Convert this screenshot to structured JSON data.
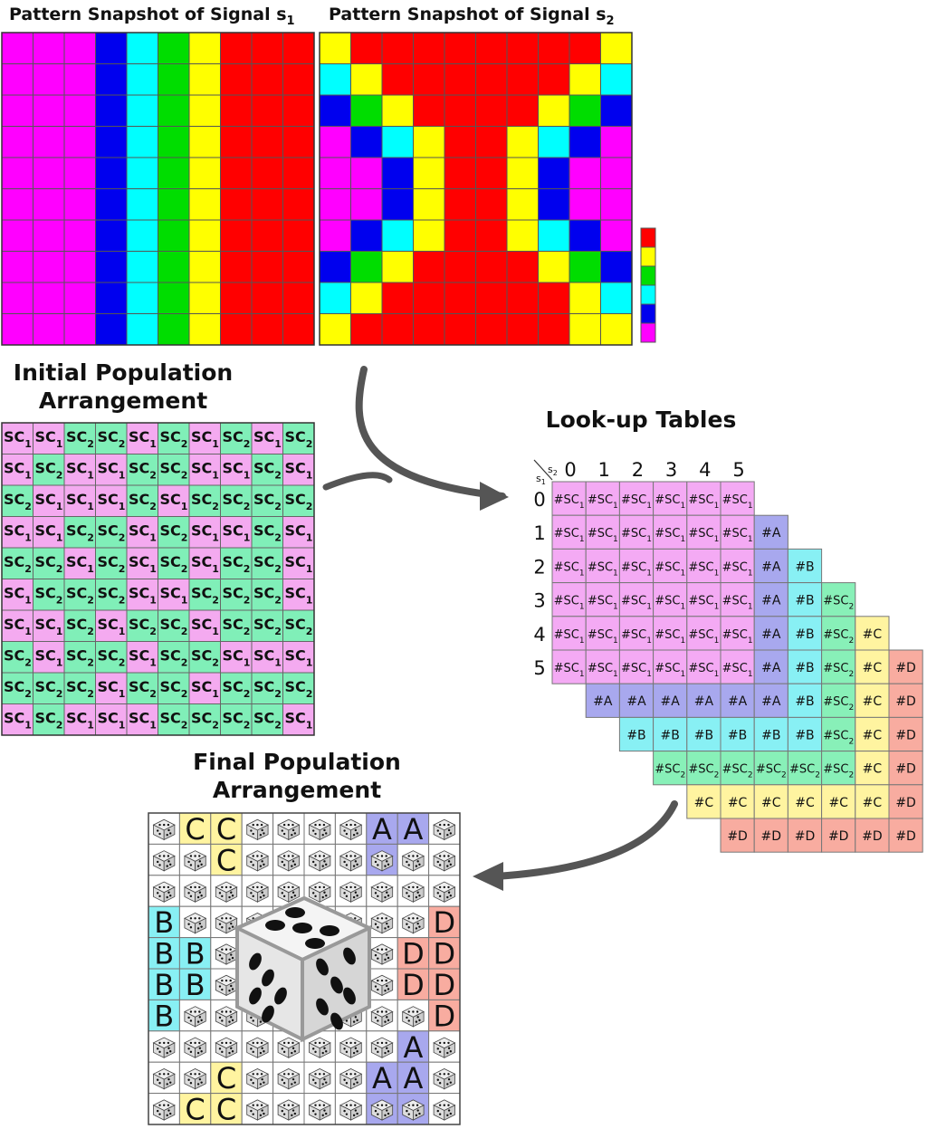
{
  "titles": {
    "s1_prefix": "Pattern Snapshot of Signal s",
    "s1_sub": "1",
    "s2_prefix": "Pattern Snapshot of Signal s",
    "s2_sub": "2",
    "initial_line1": "Initial Population",
    "initial_line2": "Arrangement",
    "lookup": "Look-up Tables",
    "final_line1": "Final Population",
    "final_line2": "Arrangement"
  },
  "palette": {
    "0": "#ff0000",
    "1": "#ffff00",
    "2": "#00dd00",
    "3": "#00ffff",
    "4": "#0000ee",
    "5": "#ff00ff",
    "sc1": "#f4aaf0",
    "sc2": "#80efb8",
    "A": "#a8a8ee",
    "B": "#88f0f4",
    "C": "#fff4a0",
    "D": "#f8aca0",
    "sc1_lut": "#f4aaf4",
    "sc2_lut": "#88f0b8"
  },
  "colorbar_levels": [
    0,
    1,
    2,
    3,
    4,
    5
  ],
  "signal_s1": [
    [
      5,
      5,
      5,
      4,
      3,
      2,
      1,
      0,
      0,
      0
    ],
    [
      5,
      5,
      5,
      4,
      3,
      2,
      1,
      0,
      0,
      0
    ],
    [
      5,
      5,
      5,
      4,
      3,
      2,
      1,
      0,
      0,
      0
    ],
    [
      5,
      5,
      5,
      4,
      3,
      2,
      1,
      0,
      0,
      0
    ],
    [
      5,
      5,
      5,
      4,
      3,
      2,
      1,
      0,
      0,
      0
    ],
    [
      5,
      5,
      5,
      4,
      3,
      2,
      1,
      0,
      0,
      0
    ],
    [
      5,
      5,
      5,
      4,
      3,
      2,
      1,
      0,
      0,
      0
    ],
    [
      5,
      5,
      5,
      4,
      3,
      2,
      1,
      0,
      0,
      0
    ],
    [
      5,
      5,
      5,
      4,
      3,
      2,
      1,
      0,
      0,
      0
    ],
    [
      5,
      5,
      5,
      4,
      3,
      2,
      1,
      0,
      0,
      0
    ]
  ],
  "signal_s2": [
    [
      1,
      0,
      0,
      0,
      0,
      0,
      0,
      0,
      0,
      1
    ],
    [
      3,
      1,
      0,
      0,
      0,
      0,
      0,
      0,
      1,
      3
    ],
    [
      4,
      2,
      1,
      0,
      0,
      0,
      0,
      1,
      2,
      4
    ],
    [
      5,
      4,
      3,
      1,
      0,
      0,
      1,
      3,
      4,
      5
    ],
    [
      5,
      5,
      4,
      1,
      0,
      0,
      1,
      4,
      5,
      5
    ],
    [
      5,
      5,
      4,
      1,
      0,
      0,
      1,
      4,
      5,
      5
    ],
    [
      5,
      4,
      3,
      1,
      0,
      0,
      1,
      3,
      4,
      5
    ],
    [
      4,
      2,
      1,
      0,
      0,
      0,
      0,
      1,
      2,
      4
    ],
    [
      3,
      1,
      0,
      0,
      0,
      0,
      0,
      0,
      1,
      3
    ],
    [
      1,
      0,
      0,
      0,
      0,
      0,
      0,
      0,
      1,
      1
    ]
  ],
  "sc_label": "SC",
  "initial_population": [
    [
      1,
      1,
      2,
      2,
      1,
      2,
      1,
      2,
      1,
      2
    ],
    [
      1,
      2,
      1,
      1,
      2,
      2,
      1,
      1,
      2,
      1
    ],
    [
      2,
      1,
      1,
      1,
      2,
      1,
      2,
      2,
      2,
      2
    ],
    [
      1,
      1,
      2,
      2,
      1,
      2,
      1,
      1,
      2,
      1
    ],
    [
      2,
      2,
      1,
      2,
      1,
      2,
      1,
      2,
      2,
      1
    ],
    [
      1,
      2,
      2,
      2,
      1,
      1,
      2,
      2,
      2,
      1
    ],
    [
      1,
      1,
      2,
      1,
      2,
      2,
      1,
      2,
      2,
      2
    ],
    [
      2,
      1,
      2,
      2,
      1,
      2,
      2,
      1,
      1,
      1
    ],
    [
      2,
      2,
      2,
      1,
      2,
      2,
      1,
      2,
      2,
      2
    ],
    [
      1,
      2,
      1,
      1,
      1,
      2,
      2,
      2,
      2,
      1
    ]
  ],
  "lookup": {
    "corner_s2": "s2",
    "corner_s1": "s1",
    "col_headers": [
      "0",
      "1",
      "2",
      "3",
      "4",
      "5"
    ],
    "row_headers": [
      "0",
      "1",
      "2",
      "3",
      "4",
      "5"
    ],
    "sc1_text": "#SC",
    "sc1_sub": "1",
    "sc2_text": "#SC",
    "sc2_sub": "2",
    "rows": [
      {
        "start": 0,
        "cells": [
          "#SC1",
          "#SC1",
          "#SC1",
          "#SC1",
          "#SC1",
          "#SC1"
        ]
      },
      {
        "start": 0,
        "cells": [
          "#SC1",
          "#SC1",
          "#SC1",
          "#SC1",
          "#SC1",
          "#SC1",
          "#A"
        ]
      },
      {
        "start": 0,
        "cells": [
          "#SC1",
          "#SC1",
          "#SC1",
          "#SC1",
          "#SC1",
          "#SC1",
          "#A",
          "#B"
        ]
      },
      {
        "start": 0,
        "cells": [
          "#SC1",
          "#SC1",
          "#SC1",
          "#SC1",
          "#SC1",
          "#SC1",
          "#A",
          "#B",
          "#SC2"
        ]
      },
      {
        "start": 0,
        "cells": [
          "#SC1",
          "#SC1",
          "#SC1",
          "#SC1",
          "#SC1",
          "#SC1",
          "#A",
          "#B",
          "#SC2",
          "#C"
        ]
      },
      {
        "start": 0,
        "cells": [
          "#SC1",
          "#SC1",
          "#SC1",
          "#SC1",
          "#SC1",
          "#SC1",
          "#A",
          "#B",
          "#SC2",
          "#C",
          "#D"
        ]
      },
      {
        "start": 1,
        "cells": [
          "#A",
          "#A",
          "#A",
          "#A",
          "#A",
          "#A",
          "#B",
          "#SC2",
          "#C",
          "#D"
        ]
      },
      {
        "start": 2,
        "cells": [
          "#B",
          "#B",
          "#B",
          "#B",
          "#B",
          "#B",
          "#SC2",
          "#C",
          "#D"
        ]
      },
      {
        "start": 3,
        "cells": [
          "#SC2",
          "#SC2",
          "#SC2",
          "#SC2",
          "#SC2",
          "#SC2",
          "#C",
          "#D"
        ]
      },
      {
        "start": 4,
        "cells": [
          "#C",
          "#C",
          "#C",
          "#C",
          "#C",
          "#C",
          "#D"
        ]
      },
      {
        "start": 5,
        "cells": [
          "#D",
          "#D",
          "#D",
          "#D",
          "#D",
          "#D"
        ]
      }
    ]
  },
  "final_population": [
    [
      "d",
      "C",
      "C",
      "d",
      "d",
      "d",
      "d",
      "A",
      "A",
      "d"
    ],
    [
      "d",
      "d",
      "C",
      "d",
      "d",
      "d",
      "d",
      "a",
      "d",
      "d"
    ],
    [
      "d",
      "d",
      "d",
      "d",
      "d",
      "d",
      "d",
      "d",
      "d",
      "d"
    ],
    [
      "B",
      "d",
      "d",
      "d",
      "d",
      "d",
      "d",
      "d",
      "d",
      "D"
    ],
    [
      "B",
      "B",
      "d",
      "d",
      "d",
      "d",
      "d",
      "d",
      "D",
      "D"
    ],
    [
      "B",
      "B",
      "d",
      "d",
      "d",
      "d",
      "d",
      "d",
      "D",
      "D"
    ],
    [
      "B",
      "d",
      "d",
      "d",
      "d",
      "d",
      "d",
      "d",
      "d",
      "D"
    ],
    [
      "d",
      "d",
      "d",
      "d",
      "d",
      "d",
      "d",
      "d",
      "A",
      "d"
    ],
    [
      "d",
      "d",
      "C",
      "d",
      "d",
      "d",
      "d",
      "A",
      "A",
      "d"
    ],
    [
      "d",
      "C",
      "C",
      "d",
      "d",
      "d",
      "d",
      "a",
      "a",
      "d"
    ]
  ]
}
